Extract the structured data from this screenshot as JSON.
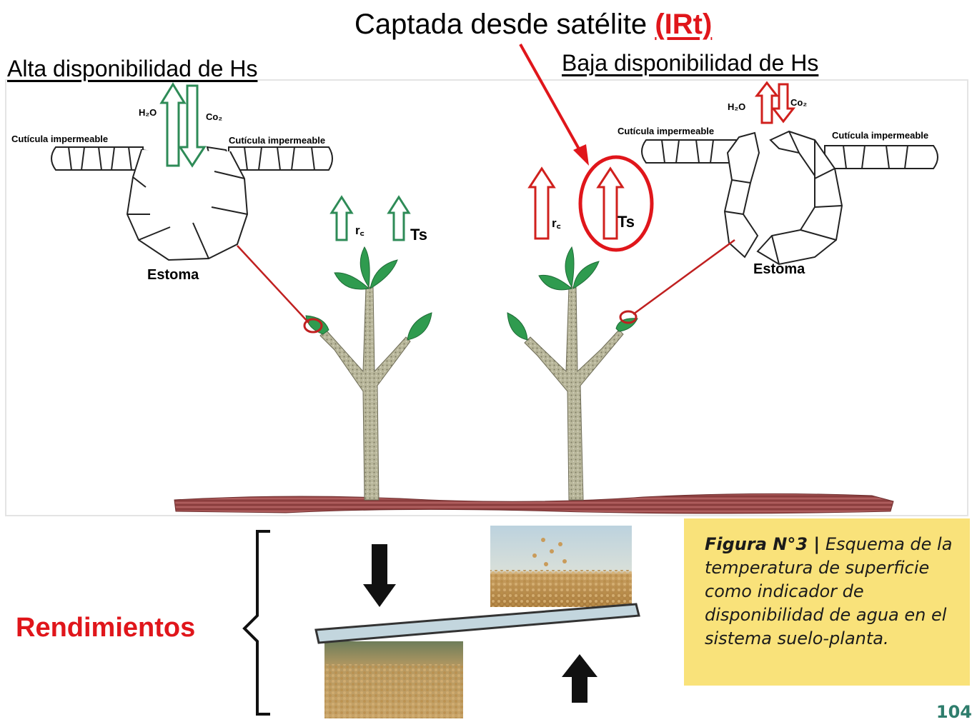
{
  "header": {
    "satellite_text": "Captada desde satélite",
    "satellite_tag": "(IRt)",
    "left_title": "Alta disponibilidad de Hs",
    "right_title": "Baja disponibilidad de Hs"
  },
  "left": {
    "cuticle_left": "Cutícula impermeable",
    "cuticle_right": "Cutícula impermeable",
    "h2o": "H₂O",
    "co2": "Co₂",
    "stoma": "Estoma",
    "rc": "r꜀",
    "ts": "Ts",
    "arrow_color": "#2e8b57"
  },
  "right": {
    "cuticle_left": "Cutícula impermeable",
    "cuticle_right": "Cutícula impermeable",
    "h2o": "H₂O",
    "co2": "Co₂",
    "stoma": "Estoma",
    "rc": "r꜀",
    "ts": "Ts",
    "arrow_color": "#d0201d"
  },
  "yield": {
    "label": "Rendimientos"
  },
  "caption": {
    "figure": "Figura N°3 |",
    "text": "Esquema de la temperatura de superficie como indicador de disponibilidad de agua en el sistema suelo-planta."
  },
  "page_number": "104"
}
